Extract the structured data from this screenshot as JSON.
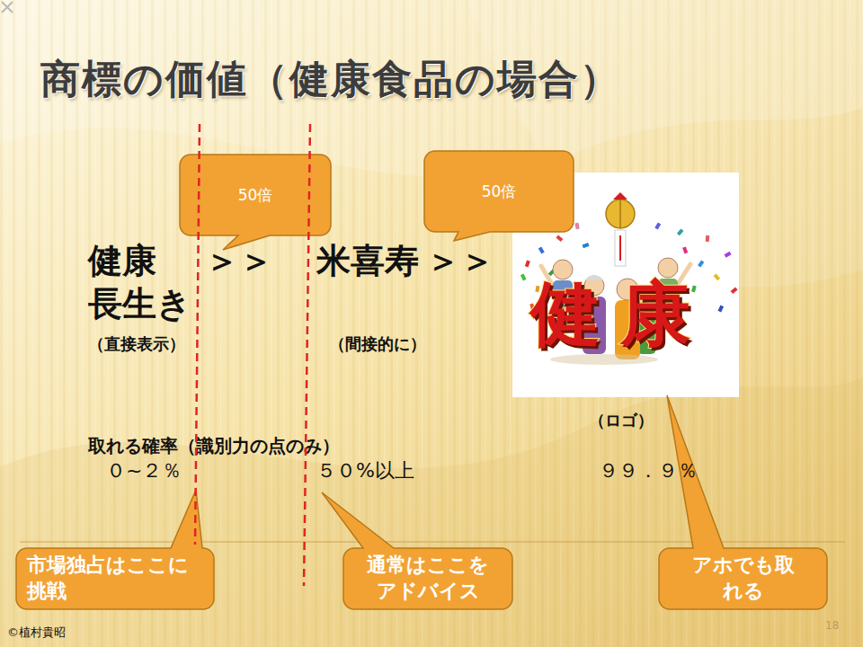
{
  "diagram": {
    "title": "商標の価値（健康食品の場合）",
    "nodes": [
      {
        "text": [
          "50倍"
        ]
      },
      {
        "text": [
          "50倍"
        ]
      },
      {
        "text": [
          "健康"
        ]
      },
      {
        "text": [
          "市場独占はここに挑戦"
        ]
      },
      {
        "text": [
          "通常はここをアドバイス"
        ]
      },
      {
        "text": [
          "アホでも取れる"
        ]
      }
    ],
    "labels": [
      "健康",
      "＞＞",
      "米喜寿",
      "＞＞",
      "長生き",
      "（直接表示）",
      "（間接的に）",
      "（ロゴ）",
      "取れる確率（識別力の点のみ）",
      "０~２％",
      "５０%以上",
      "９９．９％",
      "©植村貴昭",
      "18"
    ]
  }
}
